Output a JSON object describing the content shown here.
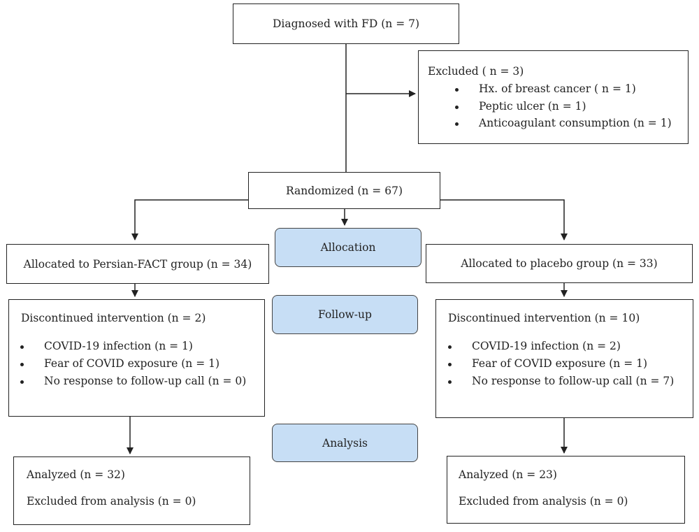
{
  "diagnosed": {
    "label": "Diagnosed with FD (n = 7)"
  },
  "excluded": {
    "title": "Excluded ( n = 3)",
    "items": [
      "Hx. of breast cancer ( n = 1)",
      "Peptic ulcer (n = 1)",
      "Anticoagulant consumption (n = 1)"
    ]
  },
  "randomized": {
    "label": "Randomized (n = 67)"
  },
  "stages": {
    "allocation": "Allocation",
    "followup": "Follow-up",
    "analysis": "Analysis"
  },
  "left": {
    "allocated": "Allocated to Persian-FACT group (n = 34)",
    "discontinued": {
      "title": "Discontinued intervention (n = 2)",
      "items": [
        "COVID-19 infection (n = 1)",
        "Fear of COVID exposure (n = 1)",
        "No response to follow-up call (n = 0)"
      ]
    },
    "analyzed": "Analyzed (n = 32)",
    "excluded_analysis": "Excluded from analysis (n = 0)"
  },
  "right": {
    "allocated": "Allocated to placebo group (n = 33)",
    "discontinued": {
      "title": "Discontinued intervention (n = 10)",
      "items": [
        "COVID-19 infection (n = 2)",
        "Fear of COVID exposure (n = 1)",
        "No response to follow-up call (n = 7)"
      ]
    },
    "analyzed": "Analyzed (n = 23)",
    "excluded_analysis": "Excluded from analysis (n = 0)"
  }
}
